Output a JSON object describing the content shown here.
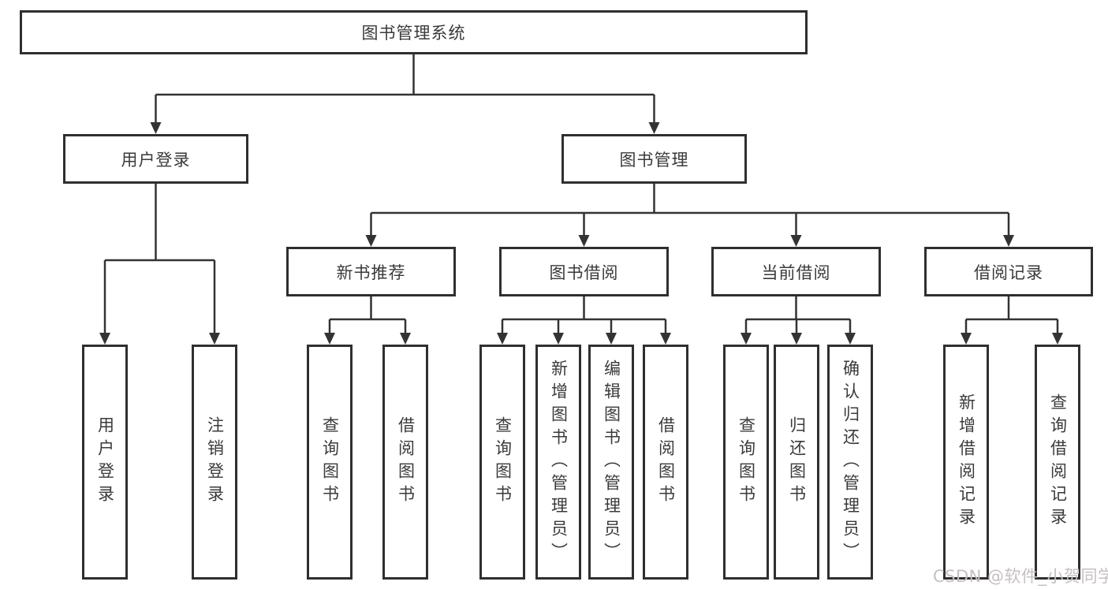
{
  "diagram": {
    "title": "图书管理系统",
    "root": {
      "label": "图书管理系统"
    },
    "branches": [
      {
        "label": "用户登录",
        "children": [
          {
            "label": "用户登录"
          },
          {
            "label": "注销登录"
          }
        ]
      },
      {
        "label": "图书管理",
        "children": [
          {
            "label": "新书推荐",
            "children": [
              {
                "label": "查询图书"
              },
              {
                "label": "借阅图书"
              }
            ]
          },
          {
            "label": "图书借阅",
            "children": [
              {
                "label": "查询图书"
              },
              {
                "label": "新增图书（管理员）"
              },
              {
                "label": "编辑图书（管理员）"
              },
              {
                "label": "借阅图书"
              }
            ]
          },
          {
            "label": "当前借阅",
            "children": [
              {
                "label": "查询图书"
              },
              {
                "label": "归还图书"
              },
              {
                "label": "确认归还（管理员）"
              }
            ]
          },
          {
            "label": "借阅记录",
            "children": [
              {
                "label": "新增借阅记录"
              },
              {
                "label": "查询借阅记录"
              }
            ]
          }
        ]
      }
    ],
    "watermark": "CSDN @软件_小贺同学",
    "colors": {
      "line": "#333333",
      "border": "#2f2f2f",
      "text": "#3a3a3a",
      "background": "#ffffff",
      "watermark": "#c6c0c0"
    }
  }
}
